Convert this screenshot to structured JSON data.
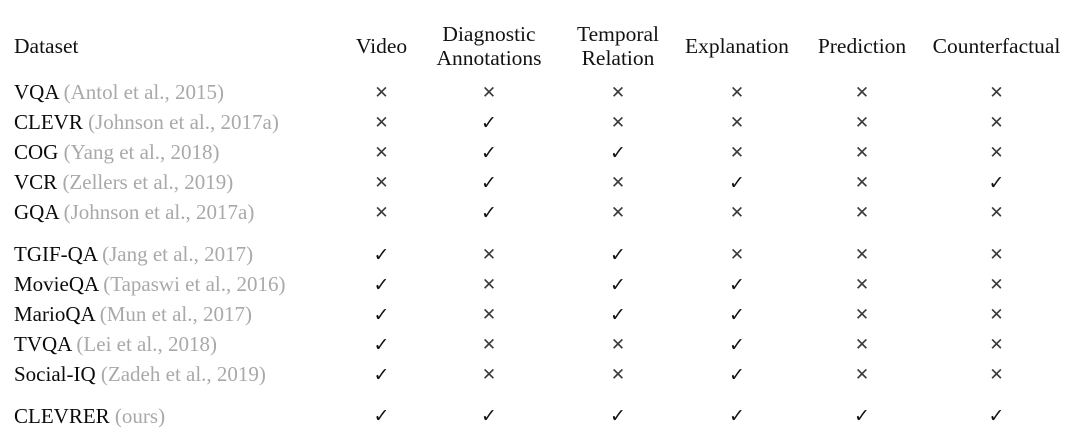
{
  "table": {
    "columns": [
      {
        "id": "dataset",
        "label": "Dataset",
        "lines": [
          "Dataset"
        ]
      },
      {
        "id": "video",
        "label": "Video",
        "lines": [
          "Video"
        ]
      },
      {
        "id": "diagnostic_annotations",
        "label": "Diagnostic Annotations",
        "lines": [
          "Diagnostic",
          "Annotations"
        ]
      },
      {
        "id": "temporal_relation",
        "label": "Temporal Relation",
        "lines": [
          "Temporal",
          "Relation"
        ]
      },
      {
        "id": "explanation",
        "label": "Explanation",
        "lines": [
          "Explanation"
        ]
      },
      {
        "id": "prediction",
        "label": "Prediction",
        "lines": [
          "Prediction"
        ]
      },
      {
        "id": "counterfactual",
        "label": "Counterfactual",
        "lines": [
          "Counterfactual"
        ]
      }
    ],
    "symbols": {
      "yes": "✓",
      "no": "✕"
    },
    "colors": {
      "text": "#0b0b0b",
      "citation": "#a9a9a9",
      "rule": "#1b1b1b",
      "background": "#ffffff"
    },
    "groups": [
      {
        "id": "image-qa",
        "rows": [
          {
            "name": "VQA",
            "citation": "(Antol et al., 2015)",
            "video": "no",
            "diagnostic_annotations": "no",
            "temporal_relation": "no",
            "explanation": "no",
            "prediction": "no",
            "counterfactual": "no"
          },
          {
            "name": "CLEVR",
            "citation": "(Johnson et al., 2017a)",
            "video": "no",
            "diagnostic_annotations": "yes",
            "temporal_relation": "no",
            "explanation": "no",
            "prediction": "no",
            "counterfactual": "no"
          },
          {
            "name": "COG",
            "citation": "(Yang et al., 2018)",
            "video": "no",
            "diagnostic_annotations": "yes",
            "temporal_relation": "yes",
            "explanation": "no",
            "prediction": "no",
            "counterfactual": "no"
          },
          {
            "name": "VCR",
            "citation": "(Zellers et al., 2019)",
            "video": "no",
            "diagnostic_annotations": "yes",
            "temporal_relation": "no",
            "explanation": "yes",
            "prediction": "no",
            "counterfactual": "yes"
          },
          {
            "name": "GQA",
            "citation": "(Johnson et al., 2017a)",
            "video": "no",
            "diagnostic_annotations": "yes",
            "temporal_relation": "no",
            "explanation": "no",
            "prediction": "no",
            "counterfactual": "no"
          }
        ]
      },
      {
        "id": "video-qa",
        "rows": [
          {
            "name": "TGIF-QA",
            "citation": "(Jang et al., 2017)",
            "video": "yes",
            "diagnostic_annotations": "no",
            "temporal_relation": "yes",
            "explanation": "no",
            "prediction": "no",
            "counterfactual": "no"
          },
          {
            "name": "MovieQA",
            "citation": "(Tapaswi et al., 2016)",
            "video": "yes",
            "diagnostic_annotations": "no",
            "temporal_relation": "yes",
            "explanation": "yes",
            "prediction": "no",
            "counterfactual": "no"
          },
          {
            "name": "MarioQA",
            "citation": "(Mun et al., 2017)",
            "video": "yes",
            "diagnostic_annotations": "no",
            "temporal_relation": "yes",
            "explanation": "yes",
            "prediction": "no",
            "counterfactual": "no"
          },
          {
            "name": "TVQA",
            "citation": "(Lei et al., 2018)",
            "video": "yes",
            "diagnostic_annotations": "no",
            "temporal_relation": "no",
            "explanation": "yes",
            "prediction": "no",
            "counterfactual": "no"
          },
          {
            "name": "Social-IQ",
            "citation": "(Zadeh et al., 2019)",
            "video": "yes",
            "diagnostic_annotations": "no",
            "temporal_relation": "no",
            "explanation": "yes",
            "prediction": "no",
            "counterfactual": "no"
          }
        ]
      },
      {
        "id": "ours",
        "rows": [
          {
            "name": "CLEVRER",
            "citation": "(ours)",
            "video": "yes",
            "diagnostic_annotations": "yes",
            "temporal_relation": "yes",
            "explanation": "yes",
            "prediction": "yes",
            "counterfactual": "yes"
          }
        ]
      }
    ]
  }
}
